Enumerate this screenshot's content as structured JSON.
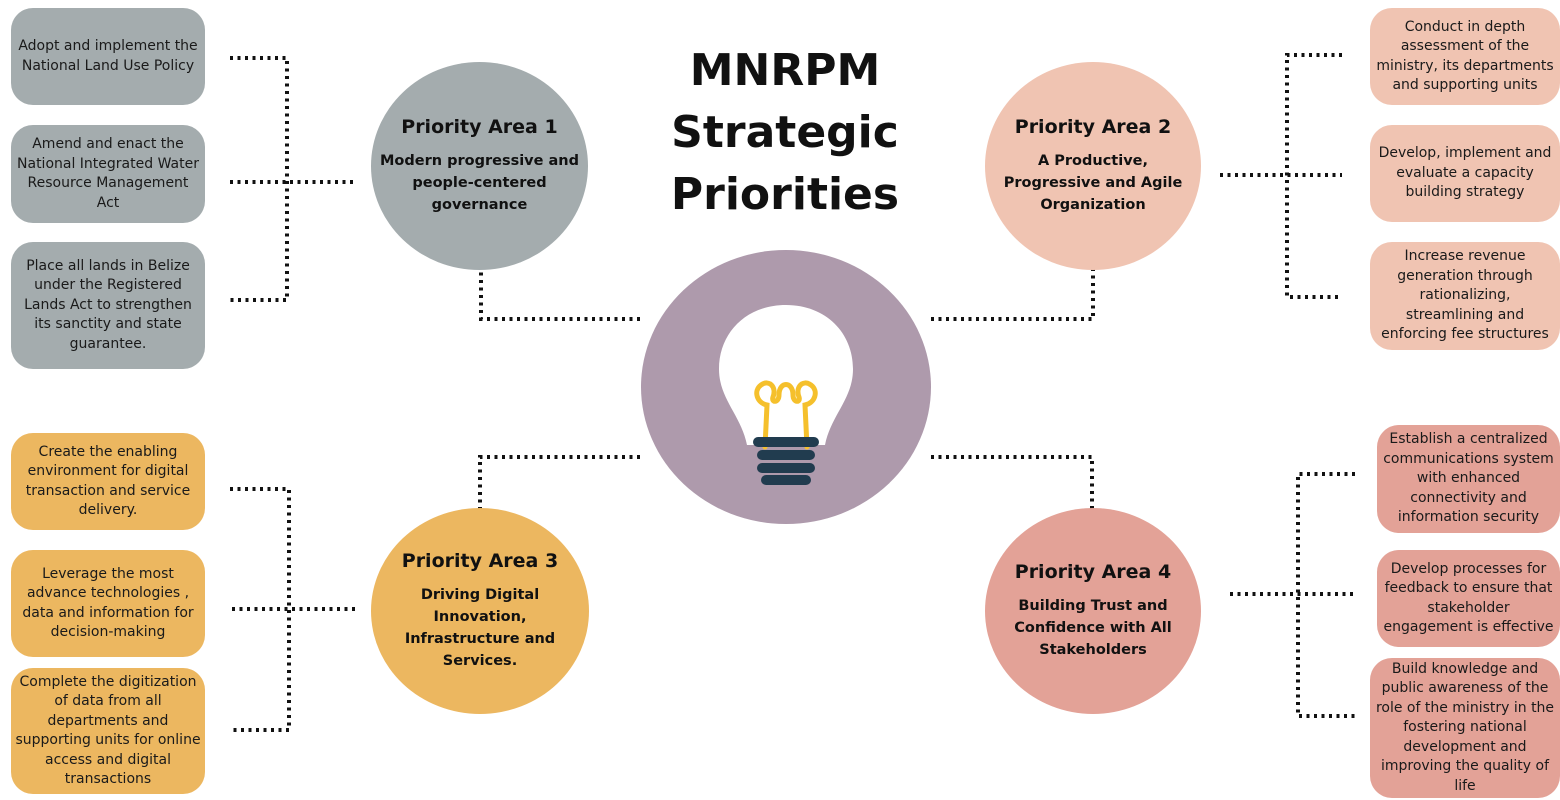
{
  "title": {
    "line1": "MNRPM",
    "line2": "Strategic",
    "line3": "Priorities"
  },
  "priority_areas": [
    {
      "title": "Priority Area 1",
      "subtitle": "Modern progressive and people-centered governance",
      "color": "#a4acae"
    },
    {
      "title": "Priority Area 2",
      "subtitle": "A Productive, Progressive and Agile Organization",
      "color": "#f0c4b2"
    },
    {
      "title": "Priority Area 3",
      "subtitle": "Driving Digital Innovation, Infrastructure and Services.",
      "color": "#ecb760"
    },
    {
      "title": "Priority Area 4",
      "subtitle": "Building Trust and Confidence with All Stakeholders",
      "color": "#e3a297"
    }
  ],
  "area1_actions": [
    "Adopt and implement the National Land Use Policy",
    "Amend and enact the National Integrated Water Resource Management Act",
    "Place all lands in Belize under the Registered Lands Act to strengthen its sanctity and state guarantee."
  ],
  "area2_actions": [
    "Conduct in depth assessment of the ministry, its departments and supporting units",
    "Develop, implement and evaluate a capacity building strategy",
    "Increase revenue generation through rationalizing, streamlining and enforcing fee structures"
  ],
  "area3_actions": [
    "Create the enabling environment for digital transaction and service delivery.",
    "Leverage the most advance technologies , data and information  for decision-making",
    "Complete the digitization of data from all departments and supporting units for online access and digital transactions"
  ],
  "area4_actions": [
    "Establish a centralized communications system with enhanced connectivity and information security",
    "Develop processes for feedback to ensure that stakeholder engagement is effective",
    "Build knowledge and public awareness of the role of the ministry in the fostering national development and improving the quality of life"
  ],
  "center_icon": "lightbulb-icon",
  "colors": {
    "center": "#ae9aac",
    "bulb_filament": "#f5c02c",
    "bulb_base": "#213c4f"
  }
}
